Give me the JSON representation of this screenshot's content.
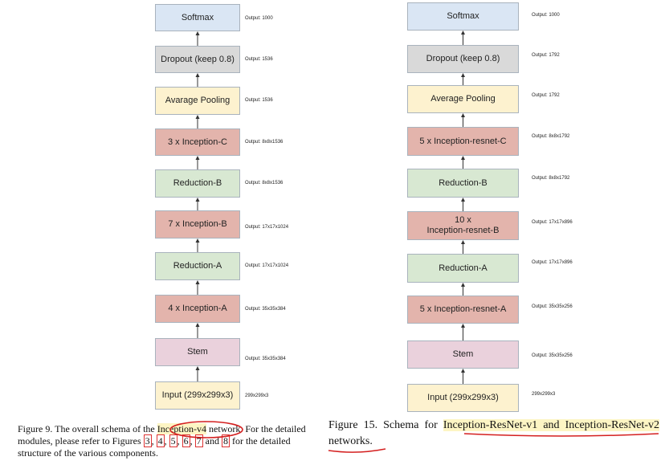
{
  "left_diagram": {
    "blocks": [
      {
        "label": "Softmax",
        "output": "Output: 1000",
        "color": "#dae6f4"
      },
      {
        "label": "Dropout (keep 0.8)",
        "output": "Output: 1536",
        "color": "#d9d9d9"
      },
      {
        "label": "Avarage Pooling",
        "output": "Output: 1536",
        "color": "#fdf2cf"
      },
      {
        "label": "3 x Inception-C",
        "output": "Output: 8x8x1536",
        "color": "#e3b4ac"
      },
      {
        "label": "Reduction-B",
        "output": "Output: 8x8x1536",
        "color": "#d8e8d2"
      },
      {
        "label": "7 x Inception-B",
        "output": "Output: 17x17x1024",
        "color": "#e3b4ac"
      },
      {
        "label": "Reduction-A",
        "output": "Output: 17x17x1024",
        "color": "#d8e8d2"
      },
      {
        "label": "4 x Inception-A",
        "output": "Output: 35x35x384",
        "color": "#e3b4ac"
      },
      {
        "label": "Stem",
        "output": "Output: 35x35x384",
        "color": "#ead1dc"
      },
      {
        "label": "Input (299x299x3)",
        "output": "299x299x3",
        "color": "#fdf2cf"
      }
    ]
  },
  "right_diagram": {
    "blocks": [
      {
        "label": "Softmax",
        "output": "Output: 1000",
        "color": "#dae6f4"
      },
      {
        "label": "Dropout (keep 0.8)",
        "output": "Output: 1792",
        "color": "#d9d9d9"
      },
      {
        "label": "Average Pooling",
        "output": "Output: 1792",
        "color": "#fdf2cf"
      },
      {
        "label": "5 x Inception-resnet-C",
        "output": "Output: 8x8x1792",
        "color": "#e3b4ac"
      },
      {
        "label": "Reduction-B",
        "output": "Output: 8x8x1792",
        "color": "#d8e8d2"
      },
      {
        "label": "10 x\nInception-resnet-B",
        "output": "Output: 17x17x896",
        "color": "#e3b4ac"
      },
      {
        "label": "Reduction-A",
        "output": "Output: 17x17x896",
        "color": "#d8e8d2"
      },
      {
        "label": "5 x Inception-resnet-A",
        "output": "Output: 35x35x256",
        "color": "#e3b4ac"
      },
      {
        "label": "Stem",
        "output": "Output: 35x35x256",
        "color": "#ead1dc"
      },
      {
        "label": "Input (299x299x3)",
        "output": "299x299x3",
        "color": "#fdf2cf"
      }
    ]
  },
  "caption_left": {
    "p1": "Figure 9. The overall schema of the ",
    "hl": "Inception-v4",
    "p2": " network. For the detailed modules, please refer to Figures ",
    "refs": [
      "3",
      "4",
      "5",
      "6",
      "7",
      "8"
    ],
    "sep": ", ",
    "and": " and ",
    "p3": " for the detailed structure of the various components."
  },
  "caption_right": {
    "p1": "Figure 15. Schema for ",
    "hl": "Inception-ResNet-v1 and Inception-ResNet-v2",
    "p2": " networks."
  },
  "colors": {
    "annotation_red": "#d42020",
    "highlight_yellow": "#fdf5c4",
    "box_border": "#a9b3bd"
  }
}
